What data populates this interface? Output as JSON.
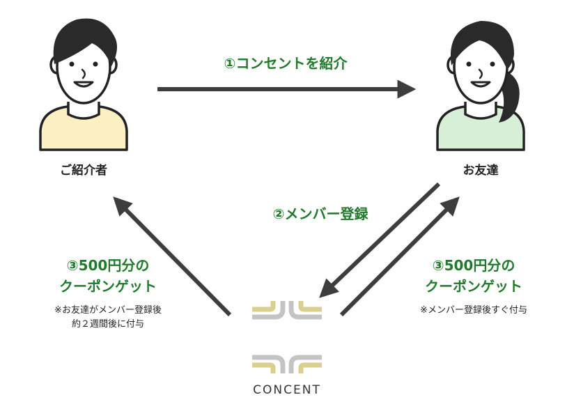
{
  "referrer": {
    "label": "ご紹介者",
    "shirt_color": "#fbefc4"
  },
  "friend": {
    "label": "お友達",
    "shirt_color": "#d6efd6"
  },
  "step1": {
    "text": "①コンセントを紹介"
  },
  "step2": {
    "text": "②メンバー登録"
  },
  "reward_left": {
    "line1": "③500円分の",
    "line2": "クーポンゲット",
    "note1": "※お友達がメンバー登録後",
    "note2": "約２週間後に付与"
  },
  "reward_right": {
    "line1": "③500円分の",
    "line2": "クーポンゲット",
    "note1": "※メンバー登録後すぐ付与"
  },
  "brand": {
    "name": "CONCENT"
  },
  "colors": {
    "green": "#1f7a2a",
    "arrow": "#3d3d3d",
    "logo_gray": "#c4c4c4",
    "logo_gold": "#d9cf8e"
  }
}
